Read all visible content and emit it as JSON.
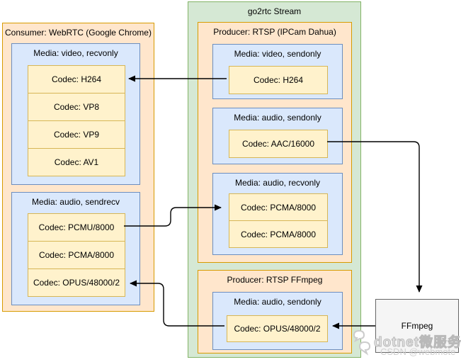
{
  "diagram": {
    "stream": {
      "title": "go2rtc Stream"
    },
    "consumer": {
      "title": "Consumer: WebRTC (Google Chrome)",
      "medias": [
        {
          "title": "Media: video, recvonly",
          "codecs": [
            "Codec: H264",
            "Codec: VP8",
            "Codec: VP9",
            "Codec: AV1"
          ]
        },
        {
          "title": "Media: audio, sendrecv",
          "codecs": [
            "Codec: PCMU/8000",
            "Codec: PCMA/8000",
            "Codec: OPUS/48000/2"
          ]
        }
      ]
    },
    "producers": [
      {
        "title": "Producer: RTSP (IPCam Dahua)",
        "medias": [
          {
            "title": "Media: video, sendonly",
            "codecs": [
              "Codec: H264"
            ]
          },
          {
            "title": "Media: audio, sendonly",
            "codecs": [
              "Codec: AAC/16000"
            ]
          },
          {
            "title": "Media: audio, recvonly",
            "codecs": [
              "Codec: PCMA/8000",
              "Codec: PCMA/8000"
            ]
          }
        ]
      },
      {
        "title": "Producer: RTSP FFmpeg",
        "medias": [
          {
            "title": "Media: audio, sendonly",
            "codecs": [
              "Codec: OPUS/48000/2"
            ]
          }
        ]
      }
    ],
    "ffmpeg_node": {
      "label": "FFmpeg"
    },
    "edges": [
      {
        "from": "producer-dahua-video-h264",
        "to": "consumer-video-h264",
        "direction": "left"
      },
      {
        "from": "consumer-audio-pcmu8000",
        "to": "producer-dahua-audio-recv-pcma8000-1",
        "direction": "right"
      },
      {
        "from": "producer-dahua-audio-aac16000",
        "to": "ffmpeg-node",
        "direction": "down"
      },
      {
        "from": "ffmpeg-node",
        "to": "producer-ffmpeg-audio-opus48000-2",
        "direction": "left"
      },
      {
        "from": "producer-ffmpeg-audio-opus48000-2",
        "to": "consumer-audio-opus48000-2",
        "direction": "left"
      }
    ],
    "colors": {
      "container_fill": "#FFE6CC",
      "container_stroke": "#D79B00",
      "media_fill": "#DAE8FC",
      "media_stroke": "#6C8EBF",
      "codec_fill": "#FFF2CC",
      "codec_stroke": "#D6B656",
      "stream_fill": "#D5E8D4",
      "stream_stroke": "#82B366",
      "node_fill": "#F5F5F5",
      "node_stroke": "#666666",
      "edge": "#000000"
    },
    "watermark": {
      "brand": "dotnet微服务",
      "subtitle": "CSDN @webmote"
    }
  }
}
